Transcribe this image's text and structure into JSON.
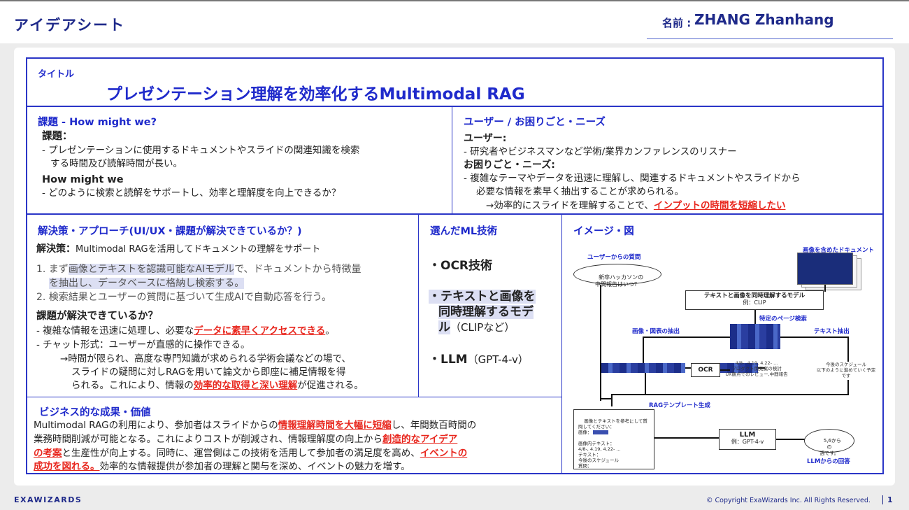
{
  "header": {
    "title": "アイデアシート",
    "name_label": "名前 :",
    "name_value": "ZHANG Zhanhang"
  },
  "title_section": {
    "label": "タイトル",
    "main": "プレゼンテーション理解を効率化するMultimodal RAG"
  },
  "problem": {
    "heading": "課題 - How might we?",
    "sub1": "課題：",
    "line1": "- プレゼンテーションに使用するドキュメントやスライドの関連知識を検索",
    "line2": "する時間及び読解時間が長い。",
    "sub2": "How might we",
    "line3": "- どのように検索と読解をサポートし、効率と理解度を向上できるか？"
  },
  "users": {
    "heading": "ユーザー / お困りごと・ニーズ",
    "sub1": "ユーザー:",
    "line1": "- 研究者やビジネスマンなど学術/業界カンファレンスのリスナー",
    "sub2": "お困りごと・ニーズ:",
    "line2": "- 複雑なテーマやデータを迅速に理解し、関連するドキュメントやスライドから",
    "line3": "必要な情報を素早く抽出することが求められる。",
    "line4_pre": "→効率的にスライドを理解することで、",
    "line4_red": "インプットの時間を短縮したい"
  },
  "solution": {
    "heading": "解決策・アプローチ(UI/UX・課題が解決できているか？)",
    "lead_bold": "解決策：",
    "lead_rest": "Multimodal RAGを活用してドキュメントの理解をサポート",
    "s1_pre": "1. まず",
    "s1_hl": "画像とテキストを認識可能なAIモデル",
    "s1_post": "で、ドキュメントから特徴量",
    "s1_cont": "を抽出し、データベースに格納し検索する。",
    "s2": "2. 検索結果とユーザーの質問に基づいて生成AIで自動応答を行う。",
    "sub2": "課題が解決できているか？",
    "b1_pre": "- 複雑な情報を迅速に処理し、必要な",
    "b1_red": "データに素早くアクセスできる",
    "b1_post": "。",
    "b2": "- チャット形式：ユーザーが直感的に操作できる。",
    "b3": "→時間が限られ、高度な専門知識が求められる学術会議などの場で、",
    "b4": "スライドの疑問に対しRAGを用いて論文から即座に補足情報を得",
    "b5_pre": "られる。これにより、情報の",
    "b5_red": "効率的な取得と深い理解",
    "b5_post": "が促進される。"
  },
  "ml": {
    "heading": "選んだML技術",
    "item1": "・OCR技術",
    "item2_a": "・テキストと画像を",
    "item2_b": "同時理解するモデ",
    "item2_c": "ル",
    "item2_d": "（CLIPなど）",
    "item3_a": "・LLM",
    "item3_b": "（GPT-4-v）"
  },
  "business": {
    "heading": "ビジネス的な成果・価値",
    "l1_pre": "Multimodal RAGの利用により、参加者はスライドからの",
    "l1_red": "情報理解時間を大幅に短縮",
    "l1_post": "し、年間数百時間の",
    "l2_pre": "業務時間削減が可能となる。これによりコストが削減され、情報理解度の向上から",
    "l2_red": "創造的なアイデア",
    "l3_red": "の考案",
    "l3_post": "と生産性が向上する。同時に、運営側はこの技術を活用して参加者の満足度を高め、",
    "l3_red2": "イベントの",
    "l4_red": "成功を図れる。",
    "l4_post": "効率的な情報提供が参加者の理解と関与を深め、イベントの魅力を増す。"
  },
  "image": {
    "heading": "イメージ・図",
    "user_q_label": "ユーザーからの質問",
    "doc_label": "画像を含めたドキュメント",
    "bubble1": "新卒ハッカソンの\n中間報告はいつ？",
    "clip_box": "テキストと画像を同時理解するモデル",
    "clip_ex": "例：CLIP",
    "page_search": "特定のページ検索",
    "fig_extract": "画像・図表の抽出",
    "text_extract": "テキスト抽出",
    "ocr": "OCR",
    "ocr_text": "4/8-, 4.19, 4.22- ...\nプロダクト開発案の検討\nUX観点でのレビュー,中間報告",
    "text_out": "今後のスケジュール\n以下のように進めていく予定\nです",
    "rag_label": "RAGテンプレート生成",
    "template": "画像とテキストを参考にして質\n問してください：\n画像：\n\n画像内テキスト：\n4/8-, 4.19, 4.22- ...\nテキスト：\n今後のスケジュール\n質問：\n中間報告はいつ？",
    "llm": "LLM",
    "llm_ex": "例：GPT-4-v",
    "bubble2": "5,6から\nの\n週です。",
    "answer_label": "LLMからの回答"
  },
  "footer": {
    "logo": "EXAWIZARDS",
    "copyright": "© Copyright ExaWizards Inc. All Rights Reserved.",
    "page": "1"
  },
  "colors": {
    "accent": "#1f2acb",
    "frame": "#2b36c7",
    "highlight_red": "#e8261d"
  }
}
